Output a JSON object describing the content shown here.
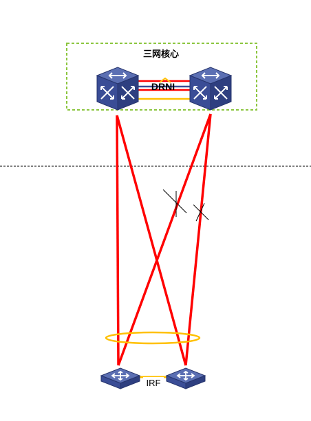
{
  "core_group": {
    "label": "三网核心",
    "border_color": "#8cc63f"
  },
  "core_link": {
    "label": "DRNI"
  },
  "access_link": {
    "label": "IRF"
  },
  "colors": {
    "uplink": "#ff0000",
    "peer_link": "#ffc000",
    "device_top": "#5b6fb3",
    "device_side": "#2e3f80",
    "device_front": "#3a4d96"
  },
  "devices": [
    {
      "name": "core-switch-left",
      "type": "core-switch-icon"
    },
    {
      "name": "core-switch-right",
      "type": "core-switch-icon"
    },
    {
      "name": "access-switch-left",
      "type": "access-switch-icon"
    },
    {
      "name": "access-switch-right",
      "type": "access-switch-icon"
    }
  ]
}
